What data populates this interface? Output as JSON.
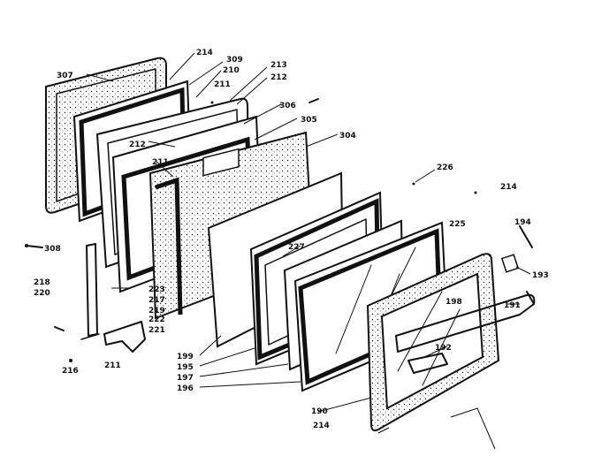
{
  "diagram": {
    "labels": {
      "l307": "307",
      "l214a": "214",
      "l309": "309",
      "l210": "210",
      "l211a": "211",
      "l213": "213",
      "l212a": "212",
      "l306": "306",
      "l305": "305",
      "l304": "304",
      "l212b": "212",
      "l211b": "211",
      "l226": "226",
      "l214b": "214",
      "l308": "308",
      "l225": "225",
      "l194": "194",
      "l227": "227",
      "l218": "218",
      "l220": "220",
      "l223": "223",
      "l217": "217",
      "l219": "219",
      "l222": "222",
      "l221": "221",
      "l193": "193",
      "l191": "191",
      "l198": "198",
      "l192": "192",
      "l216": "216",
      "l211c": "211",
      "l199": "199",
      "l195": "195",
      "l197": "197",
      "l196": "196",
      "l190": "190",
      "l214c": "214"
    }
  }
}
